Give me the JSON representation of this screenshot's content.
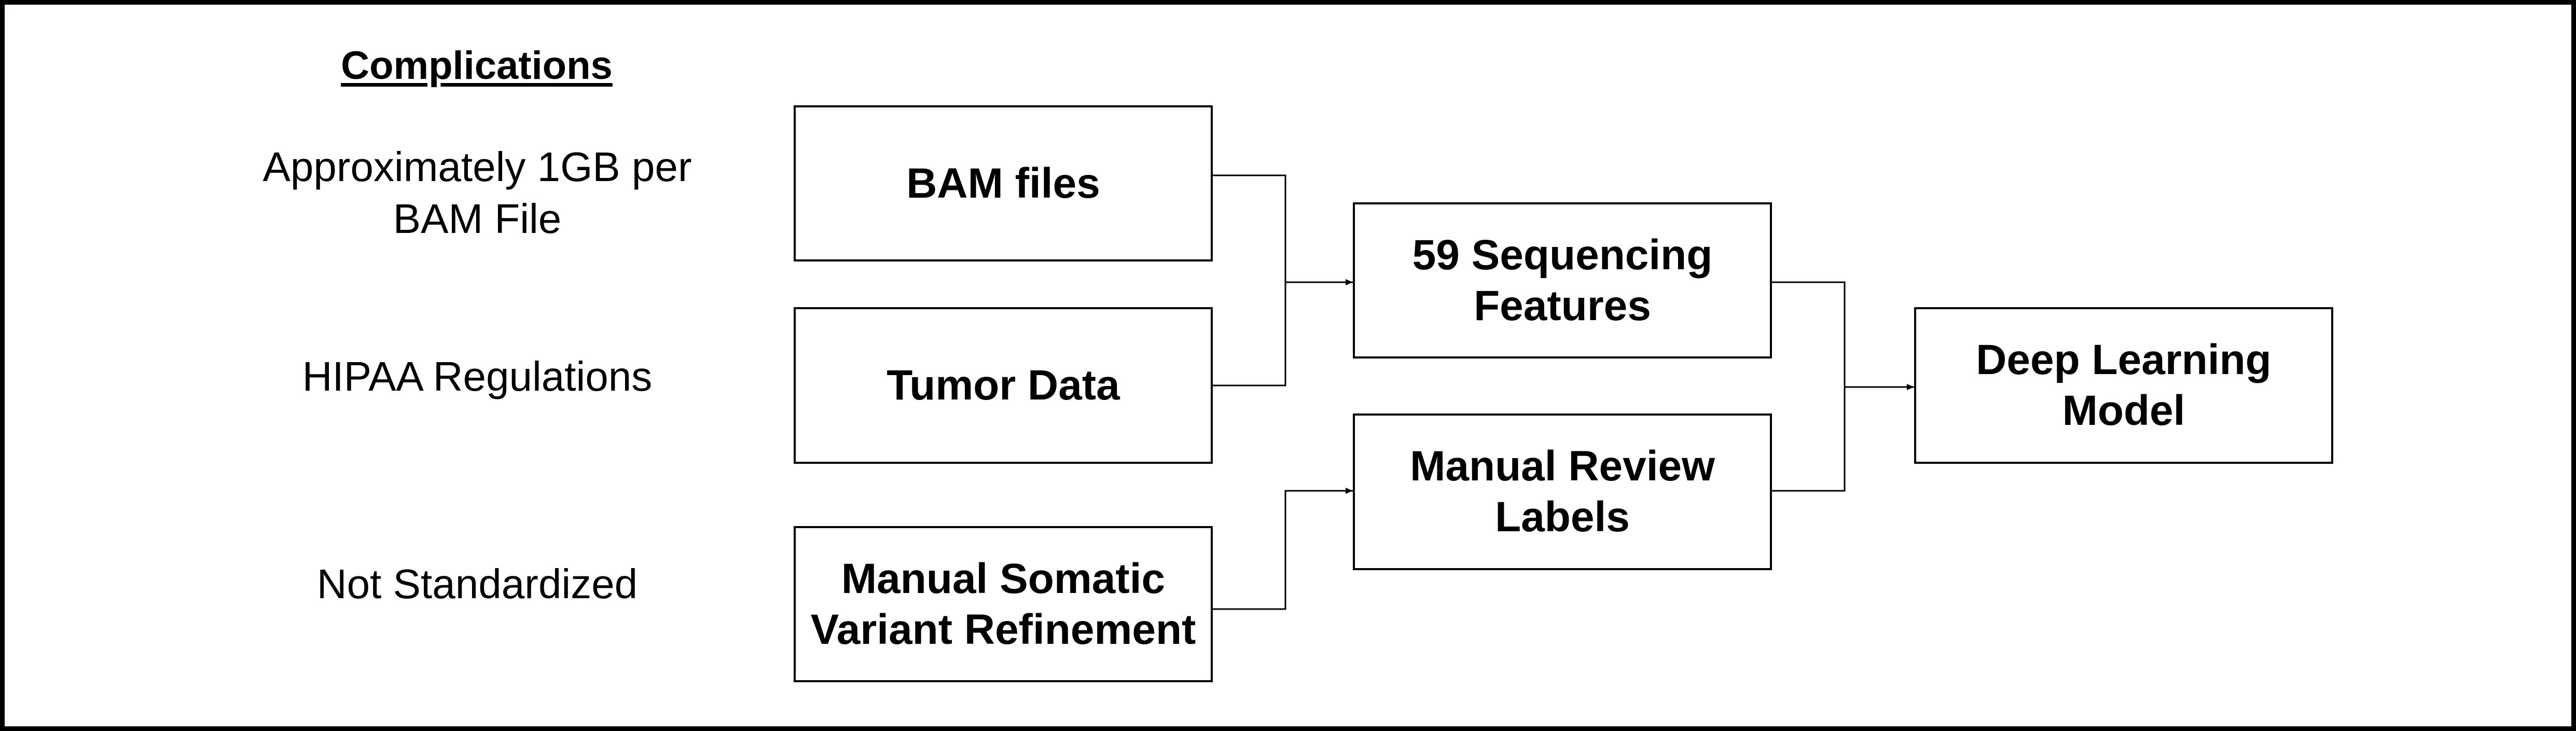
{
  "title": "Complications",
  "complications": [
    {
      "line1": "Approximately 1GB per",
      "line2": "BAM File"
    },
    {
      "line1": "HIPAA Regulations"
    },
    {
      "line1": "Not Standardized"
    }
  ],
  "inputs": [
    {
      "line1": "BAM files"
    },
    {
      "line1": "Tumor Data"
    },
    {
      "line1": "Manual Somatic",
      "line2": "Variant Refinement"
    }
  ],
  "intermediate": [
    {
      "line1": "59 Sequencing",
      "line2": "Features"
    },
    {
      "line1": "Manual Review",
      "line2": "Labels"
    }
  ],
  "output": {
    "line1": "Deep Learning",
    "line2": "Model"
  }
}
